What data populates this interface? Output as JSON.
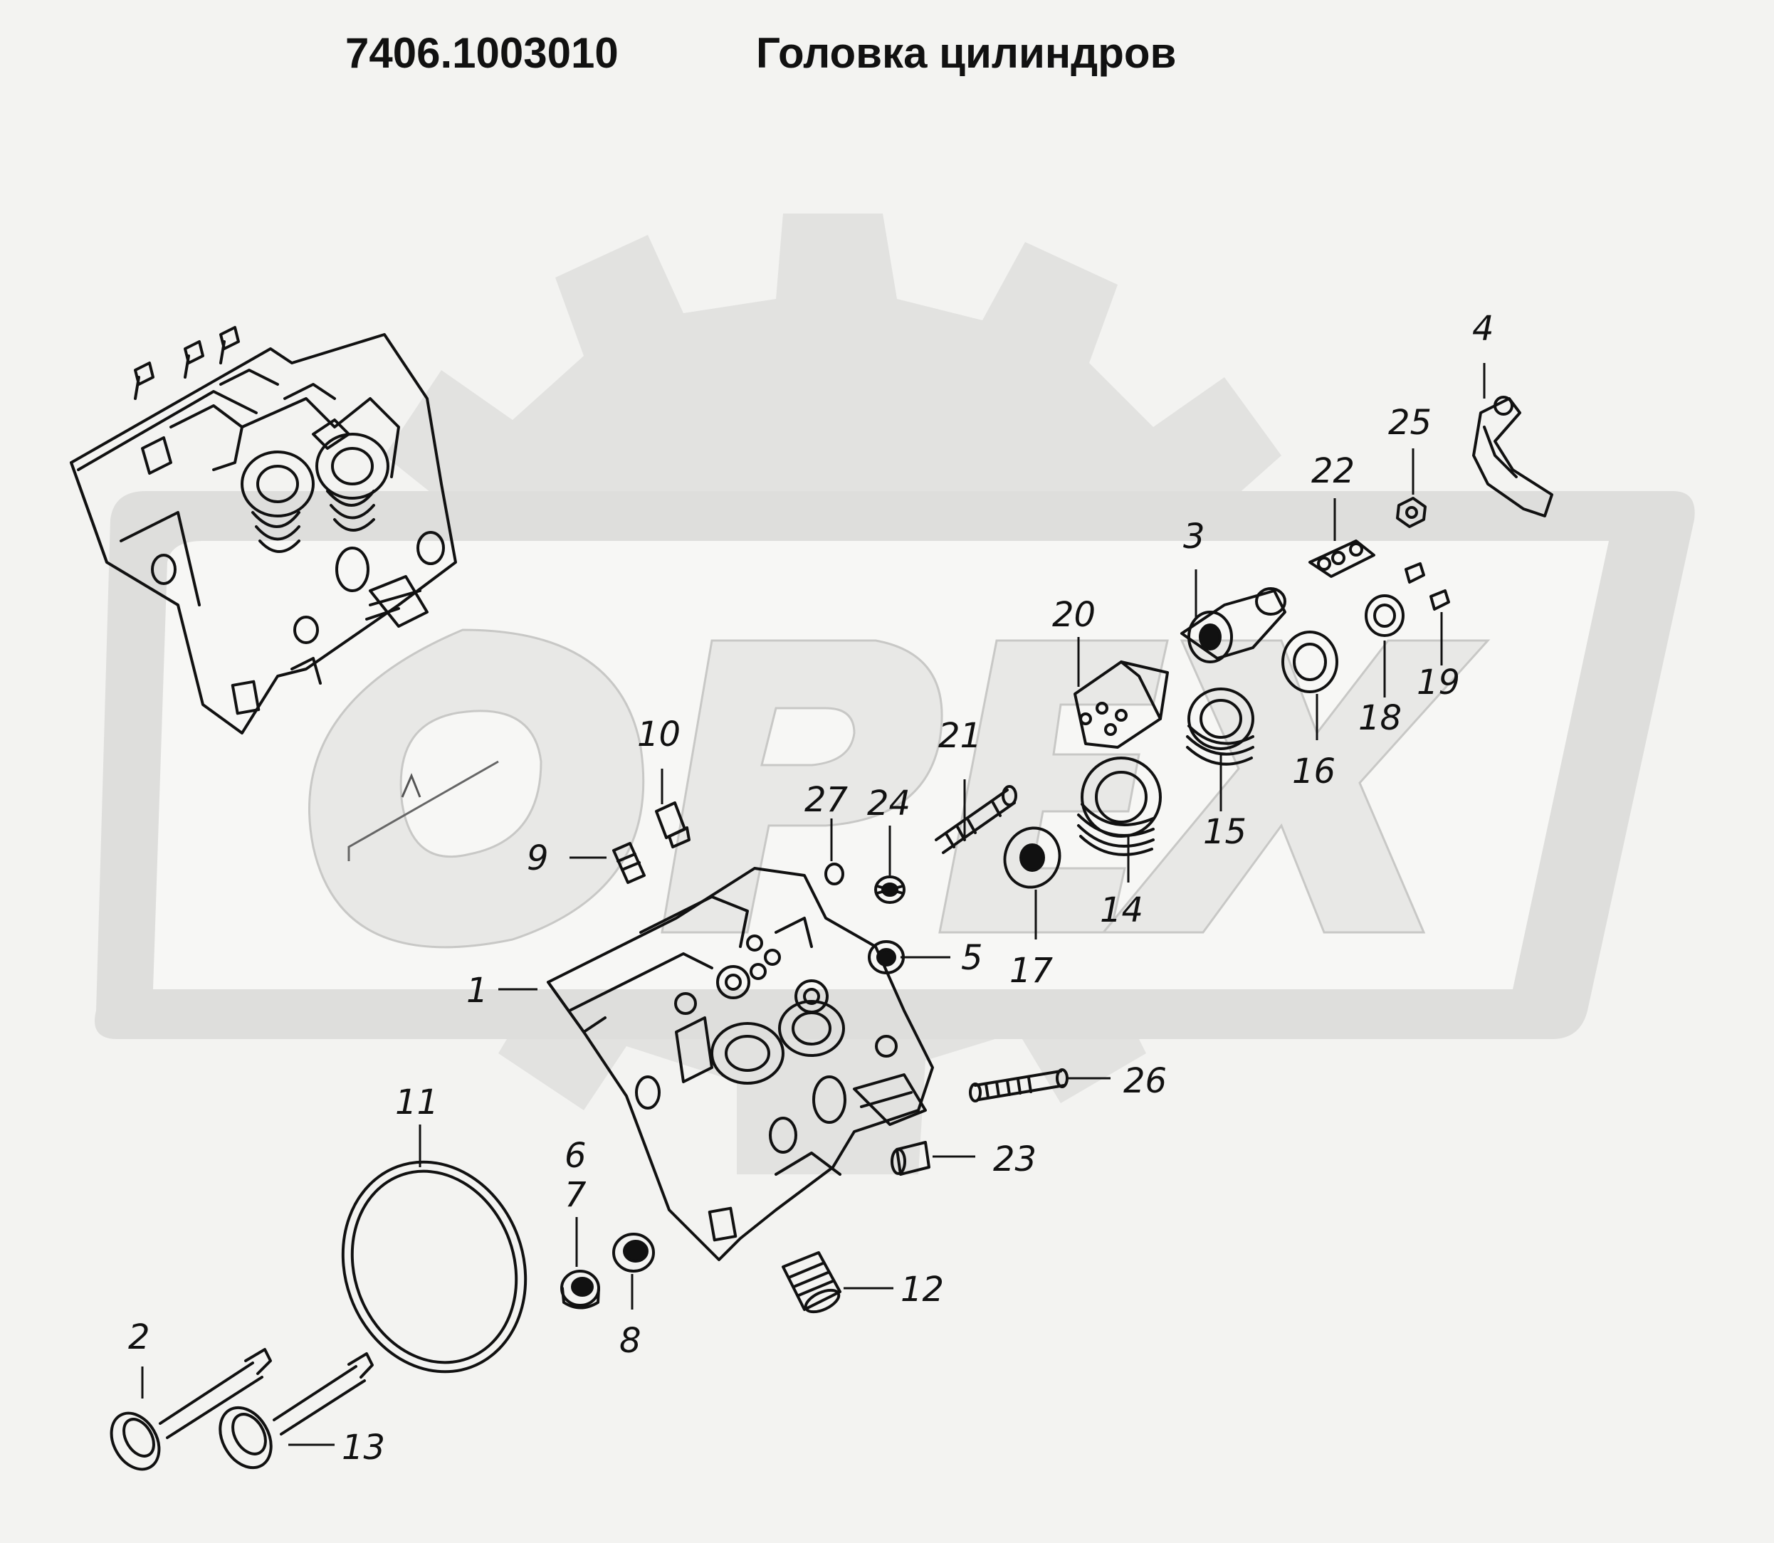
{
  "header": {
    "part_number": "7406.1003010",
    "title": "Головка цилиндров"
  },
  "watermark": {
    "text": "OPEX"
  },
  "colors": {
    "line": "#111111",
    "watermark": "#e2e2e0",
    "background": "#f3f3f1"
  },
  "callouts": {
    "c1": "1",
    "c2": "2",
    "c3": "3",
    "c4": "4",
    "c5": "5",
    "c6": "6",
    "c7": "7",
    "c8": "8",
    "c9": "9",
    "c10": "10",
    "c11": "11",
    "c12": "12",
    "c13": "13",
    "c14": "14",
    "c15": "15",
    "c16": "16",
    "c17": "17",
    "c18": "18",
    "c19": "19",
    "c20": "20",
    "c21": "21",
    "c22": "22",
    "c23": "23",
    "c24": "24",
    "c25": "25",
    "c26": "26",
    "c27": "27"
  }
}
